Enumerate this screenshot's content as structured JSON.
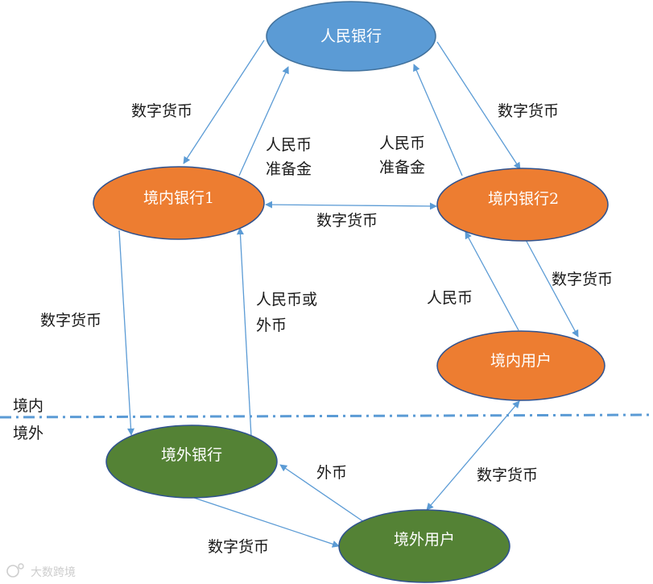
{
  "colors": {
    "central": "#5b9bd5",
    "central_stroke": "#41719c",
    "domestic": "#ed7d31",
    "domestic_stroke": "#2f528f",
    "offshore": "#548235",
    "offshore_stroke": "#2f528f",
    "edge": "#5b9bd5",
    "border_line": "#5b9bd5"
  },
  "nodes": {
    "pboc": "人民银行",
    "domestic_bank_1": "境内银行1",
    "domestic_bank_2": "境内银行2",
    "domestic_user": "境内用户",
    "offshore_bank": "境外银行",
    "offshore_user": "境外用户"
  },
  "edge_labels": {
    "pboc_to_bank1": "数字货币",
    "bank1_to_pboc_line1": "人民币",
    "bank1_to_pboc_line2": "准备金",
    "bank2_to_pboc_line1": "人民币",
    "bank2_to_pboc_line2": "准备金",
    "pboc_to_bank2": "数字货币",
    "bank1_bank2": "数字货币",
    "bank1_to_offshore_bank": "数字货币",
    "offshore_bank_to_bank1_line1": "人民币或",
    "offshore_bank_to_bank1_line2": "外币",
    "user_to_bank2": "人民币",
    "bank2_to_user": "数字货币",
    "domestic_offshore_users": "数字货币",
    "offshore_user_to_bank": "外币",
    "offshore_bank_to_user": "数字货币"
  },
  "regions": {
    "domestic": "境内",
    "offshore": "境外"
  },
  "watermark": "大数跨境"
}
